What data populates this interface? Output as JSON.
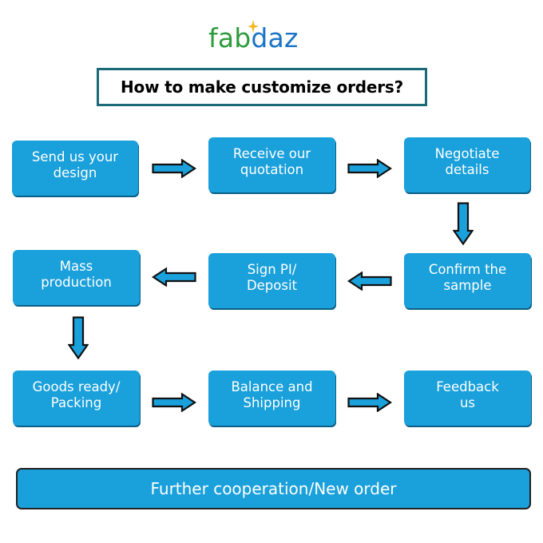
{
  "logo": {
    "text_part1": "fab",
    "text_part2": "daz",
    "color_fab": "#2e9b3c",
    "color_daz": "#1b74c7",
    "sparkle_color": "#f2b61a",
    "sparkle_icon": "four-point-star-icon"
  },
  "title": "How to make customize orders?",
  "steps": [
    {
      "label": "Send us your\ndesign"
    },
    {
      "label": "Receive our\nquotation"
    },
    {
      "label": "Negotiate\ndetails"
    },
    {
      "label": "Confirm the\nsample"
    },
    {
      "label": "Sign PI/\nDeposit"
    },
    {
      "label": "Mass\nproduction"
    },
    {
      "label": "Goods ready/\nPacking"
    },
    {
      "label": "Balance and\nShipping"
    },
    {
      "label": "Feedback\nus"
    }
  ],
  "footer": "Further cooperation/New order",
  "colors": {
    "box": "#1aa0db",
    "box_text": "#ffffff",
    "arrow_fill": "#1aa0db",
    "arrow_stroke": "#111111",
    "title_border": "#1b6a78"
  }
}
